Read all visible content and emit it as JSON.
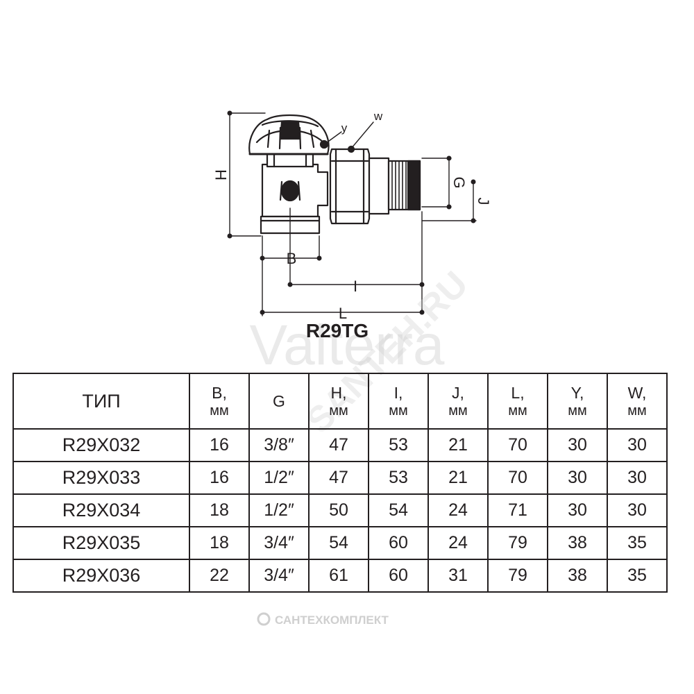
{
  "diagram": {
    "model": "R29TG",
    "dimension_labels": {
      "h": "H",
      "g": "G",
      "j": "J",
      "b": "B",
      "i": "I",
      "l": "L",
      "w": "w",
      "y": "y"
    }
  },
  "watermarks": {
    "brand": "Valterra",
    "site": "SANTEH.RU",
    "footer": "САНТЕХКОМПЛЕКТ"
  },
  "table": {
    "headers": [
      {
        "name": "ТИП",
        "unit": ""
      },
      {
        "name": "B,",
        "unit": "мм"
      },
      {
        "name": "G",
        "unit": ""
      },
      {
        "name": "H,",
        "unit": "мм"
      },
      {
        "name": "I,",
        "unit": "мм"
      },
      {
        "name": "J,",
        "unit": "мм"
      },
      {
        "name": "L,",
        "unit": "мм"
      },
      {
        "name": "Y,",
        "unit": "мм"
      },
      {
        "name": "W,",
        "unit": "мм"
      }
    ],
    "rows": [
      [
        "R29X032",
        "16",
        "3/8″",
        "47",
        "53",
        "21",
        "70",
        "30",
        "30"
      ],
      [
        "R29X033",
        "16",
        "1/2″",
        "47",
        "53",
        "21",
        "70",
        "30",
        "30"
      ],
      [
        "R29X034",
        "18",
        "1/2″",
        "50",
        "54",
        "24",
        "71",
        "30",
        "30"
      ],
      [
        "R29X035",
        "18",
        "3/4″",
        "54",
        "60",
        "24",
        "79",
        "38",
        "35"
      ],
      [
        "R29X036",
        "22",
        "3/4″",
        "61",
        "60",
        "31",
        "79",
        "38",
        "35"
      ]
    ]
  }
}
